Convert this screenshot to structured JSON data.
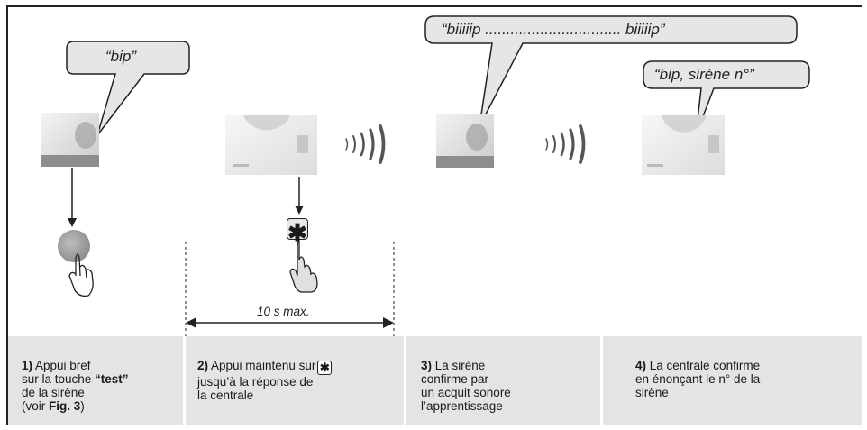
{
  "bubbles": {
    "bip": "“bip”",
    "long": "“biiiiip ................................ biiiiip”",
    "sirene": "“bip, sirène n°”"
  },
  "duration_label": "10 s max.",
  "key_symbol": "✱",
  "steps": [
    {
      "num": "1)",
      "l1": " Appui bref",
      "l2": "sur la touche ",
      "l2b": "“test”",
      "l3": "de la sirène",
      "l4a": "(voir ",
      "l4b": "Fig. 3",
      "l4c": ")"
    },
    {
      "num": "2)",
      "l1": " Appui maintenu sur",
      "l2": "jusqu’à la réponse de",
      "l3": "la centrale"
    },
    {
      "num": "3)",
      "l1": " La sirène",
      "l2": "confirme par",
      "l3": "un acquit sonore",
      "l4": "l’apprentissage"
    },
    {
      "num": "4)",
      "l1": " La centrale confirme",
      "l2": "en énonçant le n° de la",
      "l3": "sirène"
    }
  ]
}
